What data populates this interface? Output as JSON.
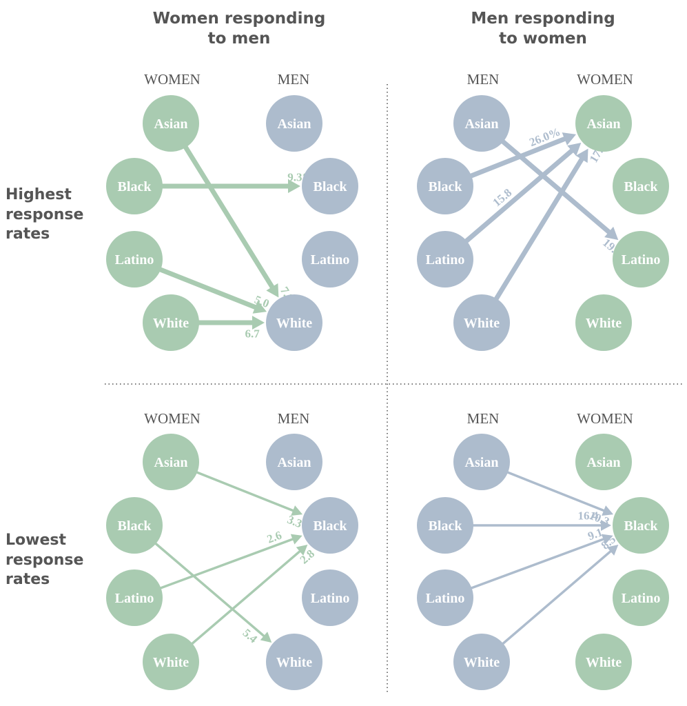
{
  "columns": {
    "left": {
      "title_line1": "Women responding",
      "title_line2": "to men"
    },
    "right": {
      "title_line1": "Men responding",
      "title_line2": "to women"
    }
  },
  "rows": {
    "top": {
      "line1": "Highest",
      "line2": "response",
      "line3": "rates"
    },
    "bottom": {
      "line1": "Lowest",
      "line2": "response",
      "line3": "rates"
    }
  },
  "colors": {
    "women": "#a9cbb1",
    "men": "#adbccd",
    "title_text": "#555555"
  },
  "panels": [
    {
      "id": "top-left",
      "header_left": "WOMEN",
      "header_right": "MEN",
      "left_gender": "women",
      "right_gender": "men",
      "left_nodes": [
        "Asian",
        "Black",
        "Latino",
        "White"
      ],
      "right_nodes": [
        "Asian",
        "Black",
        "Latino",
        "White"
      ],
      "links": [
        {
          "from": "Asian",
          "to": "White",
          "value": "7.8",
          "weight": "heavy"
        },
        {
          "from": "Black",
          "to": "Black",
          "value": "9.3%",
          "weight": "heavy"
        },
        {
          "from": "Latino",
          "to": "White",
          "value": "5.0",
          "weight": "heavy"
        },
        {
          "from": "White",
          "to": "White",
          "value": "6.7",
          "weight": "heavy"
        }
      ]
    },
    {
      "id": "top-right",
      "header_left": "MEN",
      "header_right": "WOMEN",
      "left_gender": "men",
      "right_gender": "women",
      "left_nodes": [
        "Asian",
        "Black",
        "Latino",
        "White"
      ],
      "right_nodes": [
        "Asian",
        "Black",
        "Latino",
        "White"
      ],
      "links": [
        {
          "from": "Asian",
          "to": "Latino",
          "value": "19.0",
          "weight": "heavy"
        },
        {
          "from": "Black",
          "to": "Asian",
          "value": "26.0%",
          "weight": "heavy"
        },
        {
          "from": "Latino",
          "to": "Asian",
          "value": "15.8",
          "weight": "heavy"
        },
        {
          "from": "White",
          "to": "Asian",
          "value": "17.6",
          "weight": "heavy"
        }
      ]
    },
    {
      "id": "bottom-left",
      "header_left": "WOMEN",
      "header_right": "MEN",
      "left_gender": "women",
      "right_gender": "men",
      "left_nodes": [
        "Asian",
        "Black",
        "Latino",
        "White"
      ],
      "right_nodes": [
        "Asian",
        "Black",
        "Latino",
        "White"
      ],
      "links": [
        {
          "from": "Asian",
          "to": "Black",
          "value": "3.3",
          "weight": "light"
        },
        {
          "from": "Black",
          "to": "White",
          "value": "5.4",
          "weight": "light"
        },
        {
          "from": "Latino",
          "to": "Black",
          "value": "2.6",
          "weight": "light"
        },
        {
          "from": "White",
          "to": "Black",
          "value": "2.8",
          "weight": "light"
        }
      ]
    },
    {
      "id": "bottom-right",
      "header_left": "MEN",
      "header_right": "WOMEN",
      "left_gender": "men",
      "right_gender": "women",
      "left_nodes": [
        "Asian",
        "Black",
        "Latino",
        "White"
      ],
      "right_nodes": [
        "Asian",
        "Black",
        "Latino",
        "White"
      ],
      "links": [
        {
          "from": "Asian",
          "to": "Black",
          "value": "10.3",
          "weight": "light"
        },
        {
          "from": "Black",
          "to": "Black",
          "value": "16.4",
          "weight": "light"
        },
        {
          "from": "Latino",
          "to": "Black",
          "value": "9.1",
          "weight": "light"
        },
        {
          "from": "White",
          "to": "Black",
          "value": "8.5",
          "weight": "light"
        }
      ]
    }
  ]
}
